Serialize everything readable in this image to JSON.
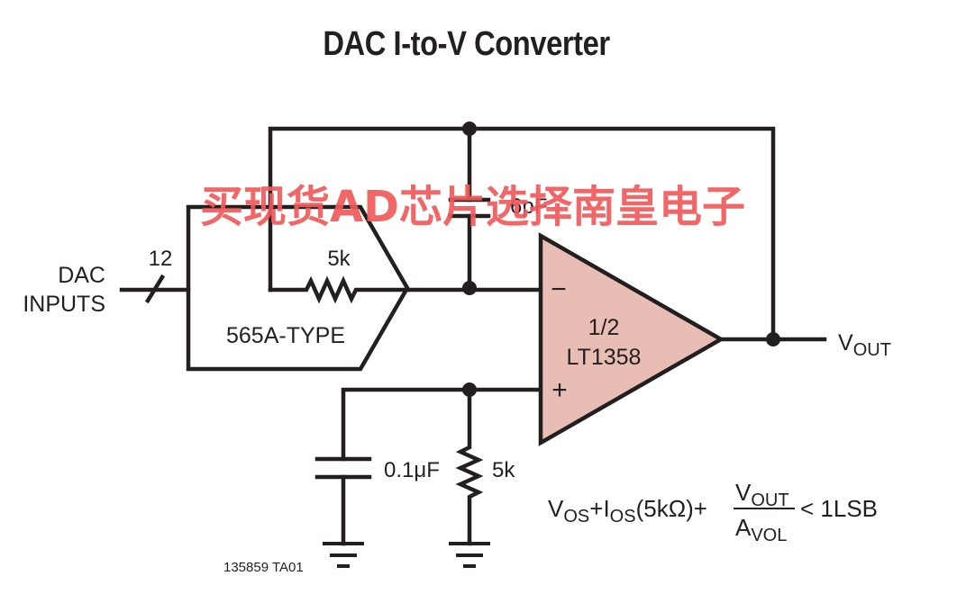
{
  "title": "DAC I-to-V Converter",
  "watermark": "买现货AD芯片选择南皇电子",
  "part_number": "135859 TA01",
  "colors": {
    "wire": "#231f20",
    "opamp_fill": "#e7bdb4",
    "watermark": "#f05a5a"
  },
  "labels": {
    "dac_line1": "DAC",
    "dac_line2": "INPUTS",
    "bus_width": "12",
    "dac_type": "565A-TYPE",
    "dac_resistor": "5k",
    "feedback_cap": "6pF",
    "opamp_line1": "1/2",
    "opamp_line2": "LT1358",
    "inv_input": "−",
    "noninv_input": "+",
    "bypass_cap": "0.1μF",
    "bias_resistor": "5k",
    "vout_main": "V",
    "vout_sub": "OUT"
  },
  "equation": {
    "vos": "V",
    "vos_sub": "OS",
    "plus1": "+",
    "ios": "I",
    "ios_sub": "OS",
    "paren_body": "(5kΩ)",
    "plus2": "+",
    "num": "V",
    "num_sub": "OUT",
    "den": "A",
    "den_sub": "VOL",
    "rhs": "< 1LSB"
  }
}
